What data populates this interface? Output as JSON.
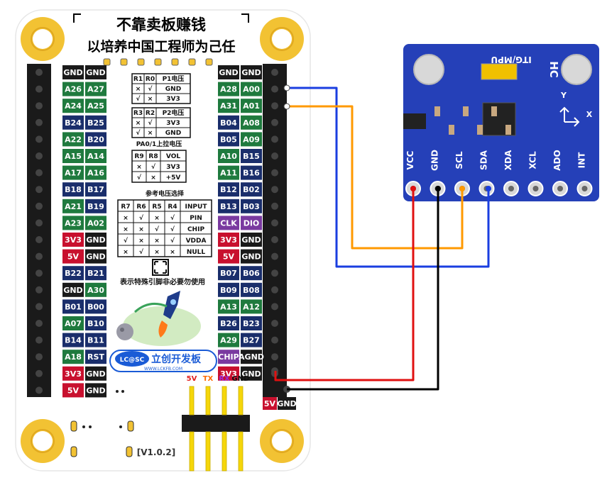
{
  "board": {
    "title_line1": "不靠卖板赚钱",
    "title_line2": "以培养中国工程师为己任",
    "version": "[V1.0.2]",
    "logo_text": "LC@SC",
    "brand_name": "立创开发板",
    "brand_url": "WWW.LCKFB.COM",
    "special_pin_note": "表示特殊引脚非必要勿使用"
  },
  "left_header": {
    "col1": [
      "GND",
      "A26",
      "A24",
      "B24",
      "A22",
      "A15",
      "A17",
      "B18",
      "A21",
      "A23",
      "3V3",
      "5V",
      "B22",
      "GND",
      "B01",
      "A07",
      "B14",
      "A18",
      "3V3",
      "5V"
    ],
    "col2": [
      "GND",
      "A27",
      "A25",
      "B25",
      "B20",
      "A14",
      "A16",
      "B17",
      "B19",
      "A02",
      "GND",
      "GND",
      "B21",
      "A30",
      "B00",
      "B10",
      "B11",
      "RST",
      "GND",
      "GND"
    ]
  },
  "right_header": {
    "col1": [
      "GND",
      "A28",
      "A31",
      "B04",
      "B05",
      "A10",
      "A11",
      "B12",
      "B13",
      "CLK",
      "3V3",
      "5V",
      "B07",
      "B09",
      "A13",
      "B26",
      "A29",
      "CHIP",
      "3V3"
    ],
    "col2": [
      "GND",
      "A00",
      "A01",
      "A08",
      "A09",
      "B15",
      "B16",
      "B02",
      "B03",
      "DIO",
      "GND",
      "GND",
      "B06",
      "B08",
      "A12",
      "B23",
      "B27",
      "AGND",
      "GND"
    ],
    "bottom": [
      "5V",
      "GND"
    ]
  },
  "p1_table": {
    "header": [
      "R1",
      "R0",
      "P1电压"
    ],
    "rows": [
      [
        "×",
        "√",
        "GND"
      ],
      [
        "√",
        "×",
        "3V3"
      ]
    ]
  },
  "p2_table": {
    "header": [
      "R3",
      "R2",
      "P2电压"
    ],
    "rows": [
      [
        "×",
        "√",
        "3V3"
      ],
      [
        "√",
        "×",
        "GND"
      ]
    ]
  },
  "pull_table": {
    "caption": "PA0/1上拉电压",
    "header": [
      "R9",
      "R8",
      "VOL"
    ],
    "rows": [
      [
        "×",
        "√",
        "3V3"
      ],
      [
        "√",
        "×",
        "+5V"
      ]
    ]
  },
  "ref_table": {
    "caption": "参考电压选择",
    "header": [
      "R7",
      "R6",
      "R5",
      "R4",
      "INPUT"
    ],
    "rows": [
      [
        "×",
        "√",
        "×",
        "√",
        "PIN"
      ],
      [
        "×",
        "×",
        "√",
        "√",
        "CHIP"
      ],
      [
        "√",
        "×",
        "×",
        "√",
        "VDDA"
      ],
      [
        "×",
        "√",
        "×",
        "×",
        "NULL"
      ]
    ]
  },
  "uart_header": {
    "labels": [
      "5V",
      "TX",
      "RX",
      "GND"
    ]
  },
  "module": {
    "title": "ITG/MPU",
    "hc": "HC",
    "axis_y": "Y",
    "axis_x": "X",
    "pins": [
      "VCC",
      "GND",
      "SCL",
      "SDA",
      "XDA",
      "XCL",
      "ADO",
      "INT"
    ]
  },
  "colors": {
    "board_bg": "#ffffff",
    "mount_hole": "#f2c233",
    "header_black": "#1a1a1a",
    "pin_green": "#1f7a3e",
    "pin_navy": "#1a2e6b",
    "pin_red": "#c8102e",
    "pin_purple": "#7a3aa0",
    "module_blue": "#2540b8",
    "wire_blue": "#1a3ee0",
    "wire_orange": "#ff9900",
    "wire_red": "#e01010",
    "wire_black": "#000000",
    "uart_5v": "#e02020",
    "uart_tx": "#ff6a00",
    "uart_rx": "#9c2ad6",
    "uart_gnd": "#111111"
  }
}
